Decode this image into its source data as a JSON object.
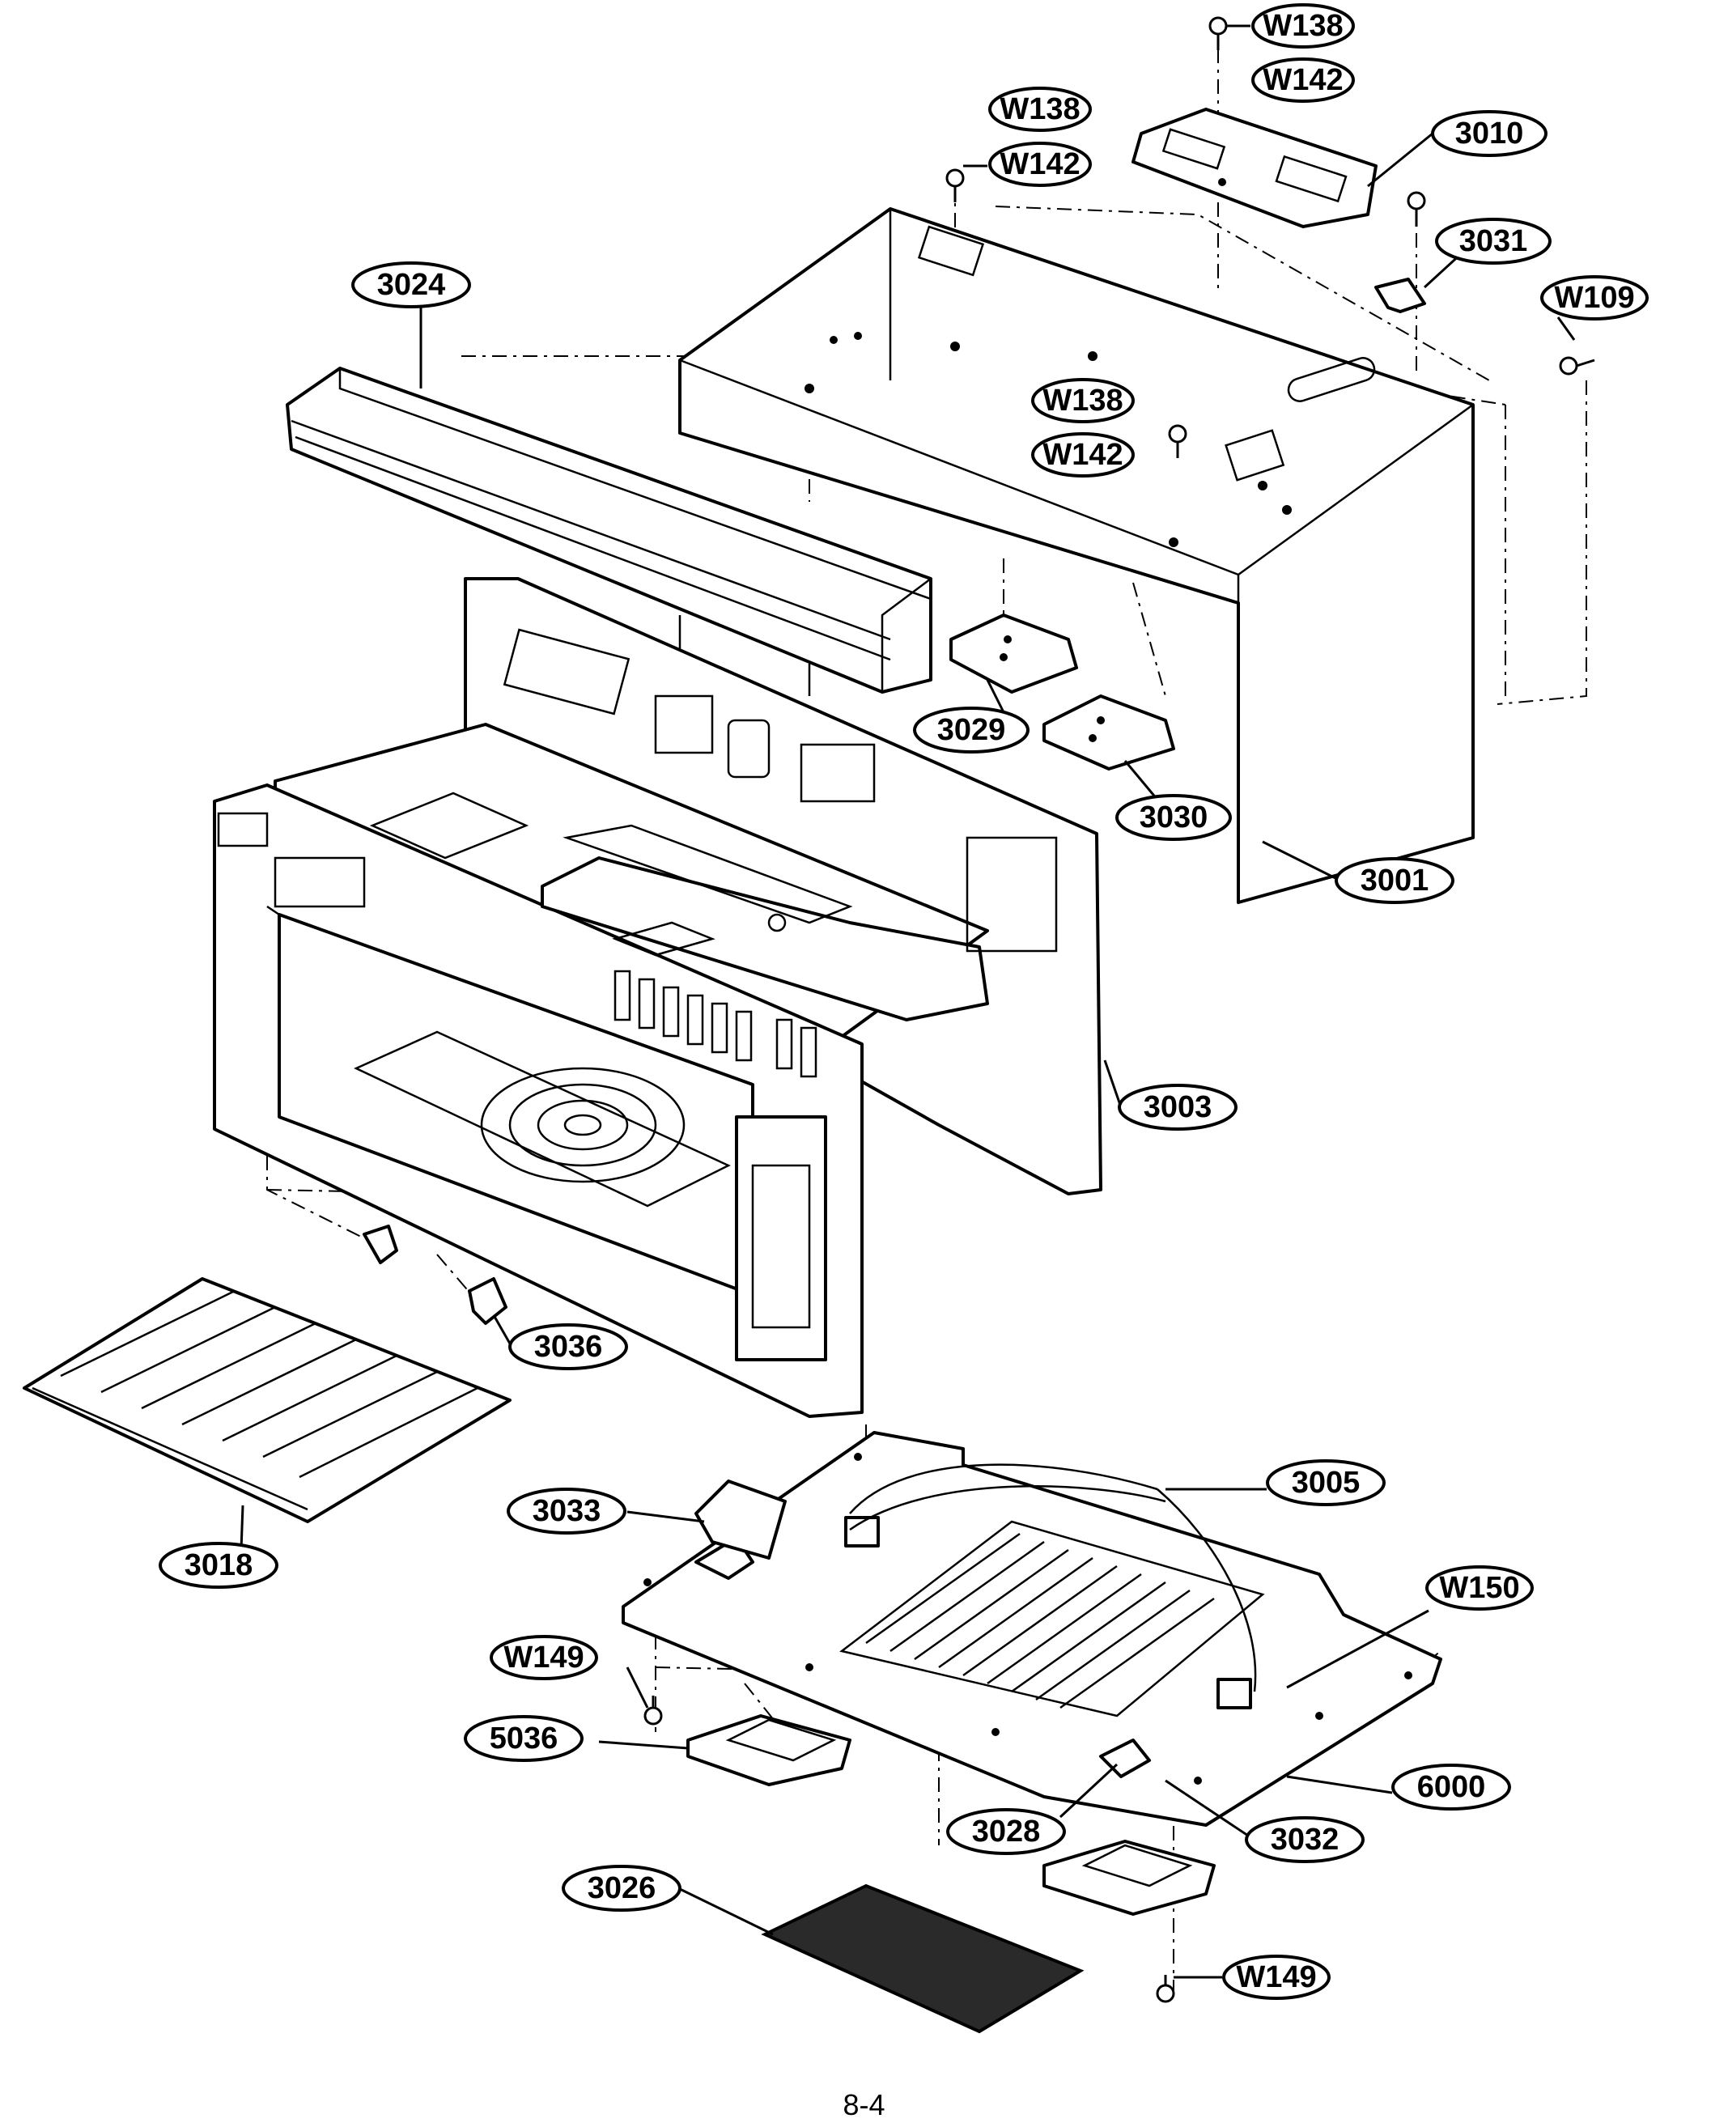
{
  "diagram": {
    "page_number": "8-4",
    "callouts": {
      "w138_top": "W138",
      "w142_top": "W142",
      "w138_left": "W138",
      "w142_left": "W142",
      "p3010": "3010",
      "p3031": "3031",
      "w109": "W109",
      "p3024": "3024",
      "w138_mid": "W138",
      "w142_mid": "W142",
      "p3029": "3029",
      "p3030": "3030",
      "p3001": "3001",
      "p3003": "3003",
      "p3036": "3036",
      "p3018": "3018",
      "p3005": "3005",
      "p3033": "3033",
      "w150": "W150",
      "w149_left": "W149",
      "p5036": "5036",
      "p6000": "6000",
      "p3028": "3028",
      "p3032": "3032",
      "p3026": "3026",
      "w149_bottom": "W149"
    }
  }
}
